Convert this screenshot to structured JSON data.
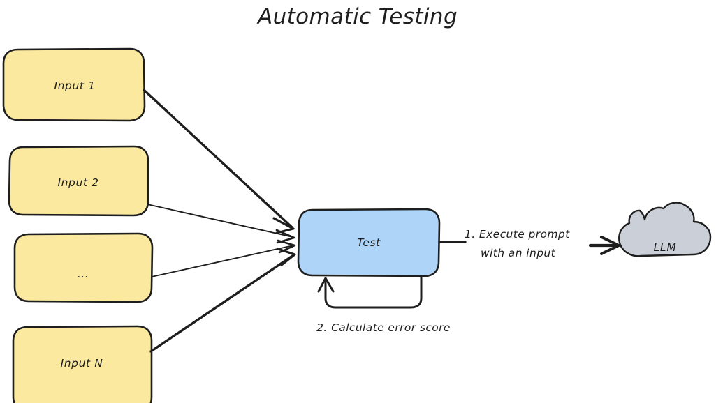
{
  "title": "Automatic Testing",
  "colors": {
    "input_fill": "#fae99f",
    "test_fill": "#aed4f7",
    "llm_fill": "#cbd0d8",
    "stroke": "#1e1e1e",
    "background": "#ffffff"
  },
  "nodes": {
    "inputs": [
      {
        "label": "Input 1"
      },
      {
        "label": "Input 2"
      },
      {
        "label": "..."
      },
      {
        "label": "Input N"
      }
    ],
    "test": {
      "label": "Test"
    },
    "llm": {
      "label": "LLM"
    }
  },
  "edges": {
    "execute": {
      "label_line1": "1. Execute prompt",
      "label_line2": "with an input"
    },
    "calculate": {
      "label": "2. Calculate error score"
    }
  }
}
